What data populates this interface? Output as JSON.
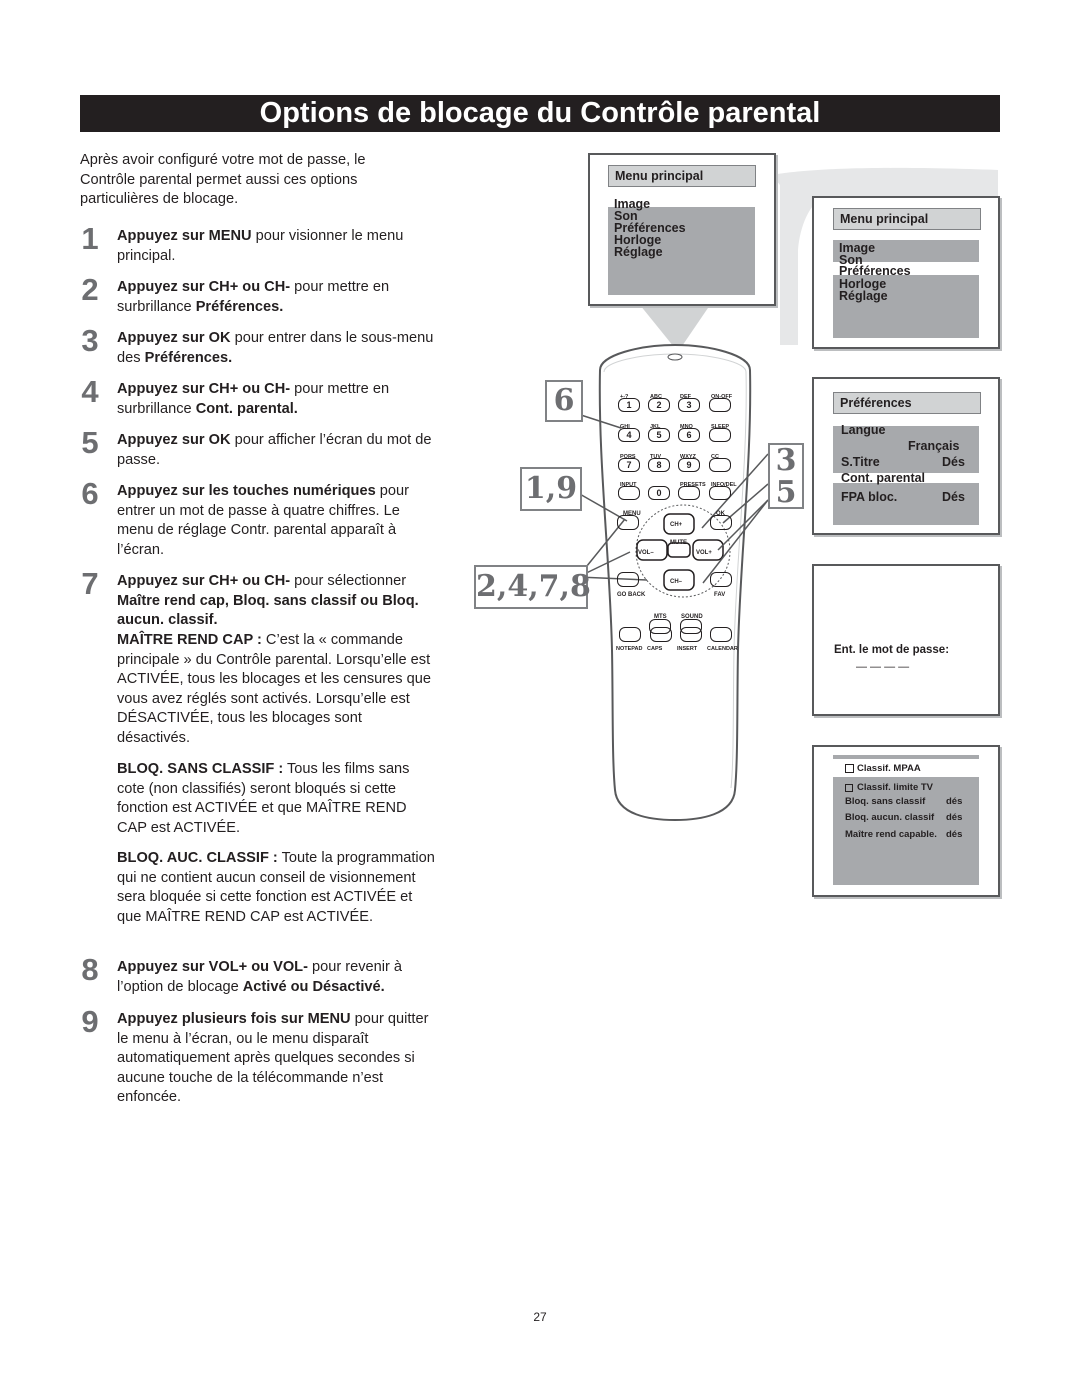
{
  "title": "Options de blocage du Contrôle parental",
  "intro": "Après avoir configuré votre mot de passe, le Contrôle parental permet aussi ces options particulières de blocage.",
  "steps": [
    {
      "num": "1",
      "bold": "Appuyez sur MENU",
      "rest": " pour visionner le menu principal."
    },
    {
      "num": "2",
      "bold": "Appuyez sur CH+ ou CH-",
      "rest": " pour mettre en surbrillance ",
      "bold2": "Préférences."
    },
    {
      "num": "3",
      "bold": "Appuyez sur OK",
      "rest": " pour entrer dans le sous-menu des ",
      "bold2": "Préférences."
    },
    {
      "num": "4",
      "bold": "Appuyez sur CH+ ou CH-",
      "rest": " pour mettre en surbrillance ",
      "bold2": "Cont. parental."
    },
    {
      "num": "5",
      "bold": "Appuyez sur OK",
      "rest": " pour afficher l’écran du mot de passe."
    },
    {
      "num": "6",
      "bold": "Appuyez sur les touches numériques",
      "rest": " pour entrer un mot de passe à quatre chiffres. Le menu de réglage Contr. parental apparaît à l’écran."
    },
    {
      "num": "7",
      "bold": "Appuyez sur CH+ ou CH-",
      "rest": " pour sélectionner ",
      "bold2": "Maître rend cap, Bloq. sans classif ou Bloq. aucun. classif."
    },
    {
      "num": "8",
      "bold": "Appuyez sur VOL+ ou VOL-",
      "rest": " pour revenir à l’option de blocage ",
      "bold2": "Activé ou Désactivé."
    },
    {
      "num": "9",
      "bold": "Appuyez plusieurs fois sur MENU",
      "rest": " pour quitter le menu à l’écran, ou le menu disparaît automatiquement après quelques secondes si aucune touche de la télécommande n’est enfoncée."
    }
  ],
  "paras": [
    {
      "bold": "MAÎTRE REND CAP :",
      "rest": " C’est la « commande principale » du Contrôle parental. Lorsqu’elle est ACTIVÉE, tous les blocages et les censures que vous avez réglés sont activés. Lorsqu’elle est DÉSACTIVÉE, tous les blocages sont désactivés."
    },
    {
      "bold": "BLOQ. SANS CLASSIF :",
      "rest": " Tous les films sans cote (non classifiés) seront bloqués si cette fonction est ACTIVÉE et que MAÎTRE REND CAP est ACTIVÉE."
    },
    {
      "bold": "BLOQ. AUC. CLASSIF :",
      "rest": " Toute la programmation qui ne contient aucun conseil de visionnement sera bloquée si cette fonction est ACTIVÉE et que MAÎTRE REND CAP est ACTIVÉE."
    }
  ],
  "screen1": {
    "header": "Menu principal",
    "items": [
      "Image",
      "Son",
      "Préférences",
      "Horloge",
      "Réglage"
    ]
  },
  "screen2": {
    "header": "Menu principal",
    "items": [
      "Image",
      "Son",
      "Préférences",
      "Horloge",
      "Réglage"
    ]
  },
  "screen3": {
    "header": "Préférences",
    "langue": "Langue",
    "langue_val": "Français",
    "stitre": "S.Titre",
    "stitre_val": "Dés",
    "cont": "Cont. parental",
    "fpa": "FPA bloc.",
    "fpa_val": "Dés"
  },
  "screen4": {
    "prompt": "Ent. le mot de passe:",
    "dashes": "— — — —"
  },
  "screen5": {
    "mpaa": "Classif. MPAA",
    "tv": "Classif. limite TV",
    "rows": [
      {
        "label": "Bloq. sans classif",
        "val": "dés"
      },
      {
        "label": "Bloq. aucun. classif",
        "val": "dés"
      },
      {
        "label": "Maître rend capable.",
        "val": "dés"
      }
    ]
  },
  "callouts": {
    "six": "6",
    "one_nine": "1,9",
    "multi": "2,4,7,8",
    "three": "3",
    "five": "5"
  },
  "remote": {
    "row1": [
      {
        "top": "+-?",
        "num": "1"
      },
      {
        "top": "ABC",
        "num": "2"
      },
      {
        "top": "DEF",
        "num": "3"
      },
      {
        "top": "ON-OFF",
        "num": ""
      }
    ],
    "row2": [
      {
        "top": "GHI",
        "num": "4"
      },
      {
        "top": "JKL",
        "num": "5"
      },
      {
        "top": "MNO",
        "num": "6"
      },
      {
        "top": "SLEEP",
        "num": ""
      }
    ],
    "row3": [
      {
        "top": "PQRS",
        "num": "7"
      },
      {
        "top": "TUV",
        "num": "8"
      },
      {
        "top": "WXYZ",
        "num": "9"
      },
      {
        "top": "CC",
        "num": ""
      }
    ],
    "row4": [
      {
        "top": "INPUT",
        "num": ""
      },
      {
        "top": "",
        "num": "0"
      },
      {
        "top": "PRESETS",
        "num": ""
      },
      {
        "top": "INFO/DEL",
        "num": ""
      }
    ],
    "menu": "MENU",
    "ok": "OK",
    "chplus": "CH+",
    "mute": "MUTE",
    "volminus": "VOL–",
    "volplus": "VOL+",
    "chminus": "CH–",
    "goback": "GO BACK",
    "fav": "FAV",
    "mts": "MTS",
    "sound": "SOUND",
    "bottom": [
      "NOTEPAD",
      "CAPS",
      "INSERT",
      "CALENDAR"
    ]
  },
  "page_number": "27"
}
